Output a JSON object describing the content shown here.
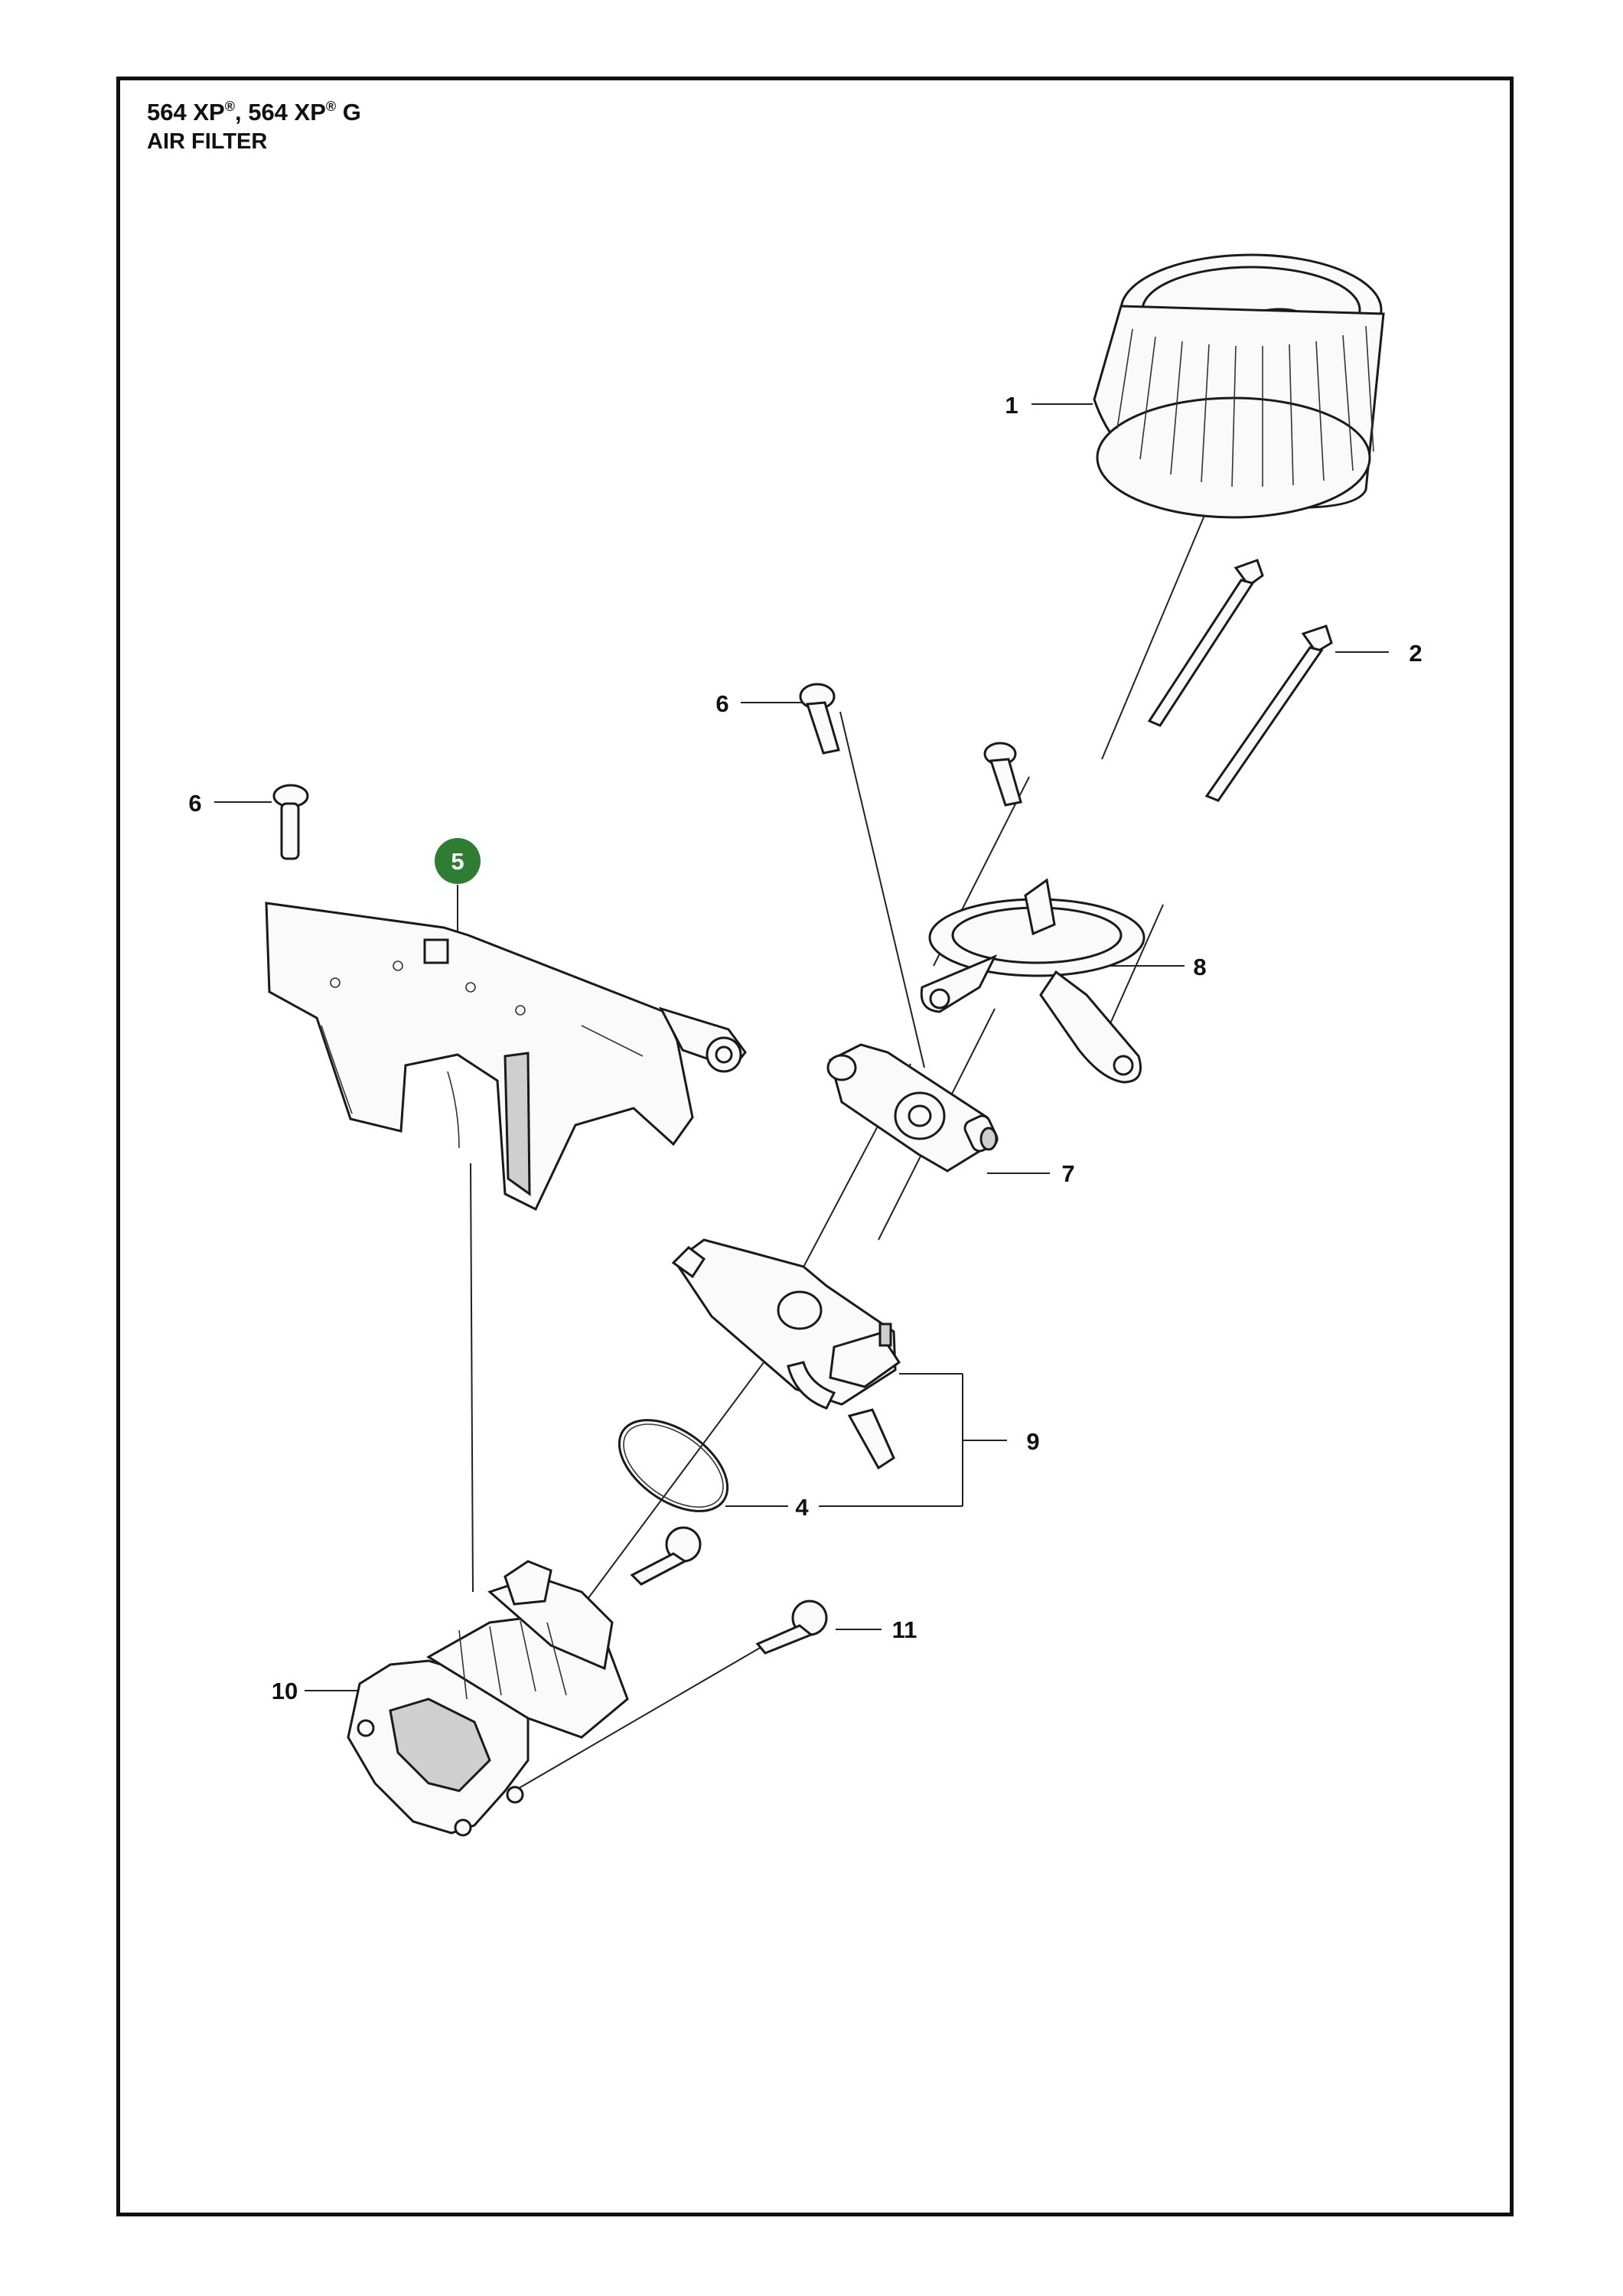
{
  "header": {
    "model_a": "564 XP",
    "model_b": "564 XP",
    "model_suffix": "G",
    "registered_mark": "®",
    "separator": ", ",
    "section": "AIR FILTER"
  },
  "highlight_color": "#2e7d32",
  "parts": [
    {
      "ref": "1"
    },
    {
      "ref": "2"
    },
    {
      "ref": "4"
    },
    {
      "ref": "5",
      "highlighted": true
    },
    {
      "ref": "6"
    },
    {
      "ref": "6"
    },
    {
      "ref": "7"
    },
    {
      "ref": "8"
    },
    {
      "ref": "9"
    },
    {
      "ref": "10"
    },
    {
      "ref": "11"
    }
  ]
}
